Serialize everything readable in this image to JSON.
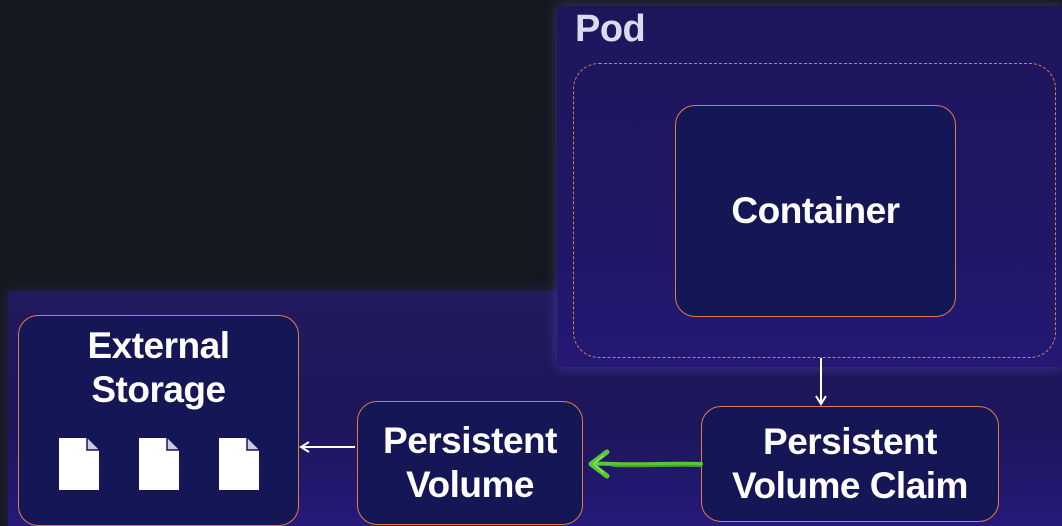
{
  "diagram": {
    "pod": {
      "title": "Pod"
    },
    "container": {
      "label": "Container"
    },
    "pvc": {
      "line1": "Persistent",
      "line2": "Volume Claim"
    },
    "pv": {
      "line1": "Persistent",
      "line2": "Volume"
    },
    "external_storage": {
      "line1": "External",
      "line2": "Storage",
      "file_icons": [
        "file-icon",
        "file-icon",
        "file-icon"
      ]
    },
    "connections": [
      {
        "from": "container",
        "to": "pvc",
        "color": "#ffffff",
        "style": "solid"
      },
      {
        "from": "pvc",
        "to": "pv",
        "color": "#59c639",
        "style": "hand-drawn"
      },
      {
        "from": "pv",
        "to": "external_storage",
        "color": "#ffffff",
        "style": "solid"
      }
    ]
  },
  "colors": {
    "background": "#16181f",
    "panel": "#201766",
    "box_fill": "#141656",
    "box_border": "#e07a4c",
    "text": "#ffffff",
    "pod_title": "#d9dcec",
    "green_arrow": "#59c639"
  }
}
